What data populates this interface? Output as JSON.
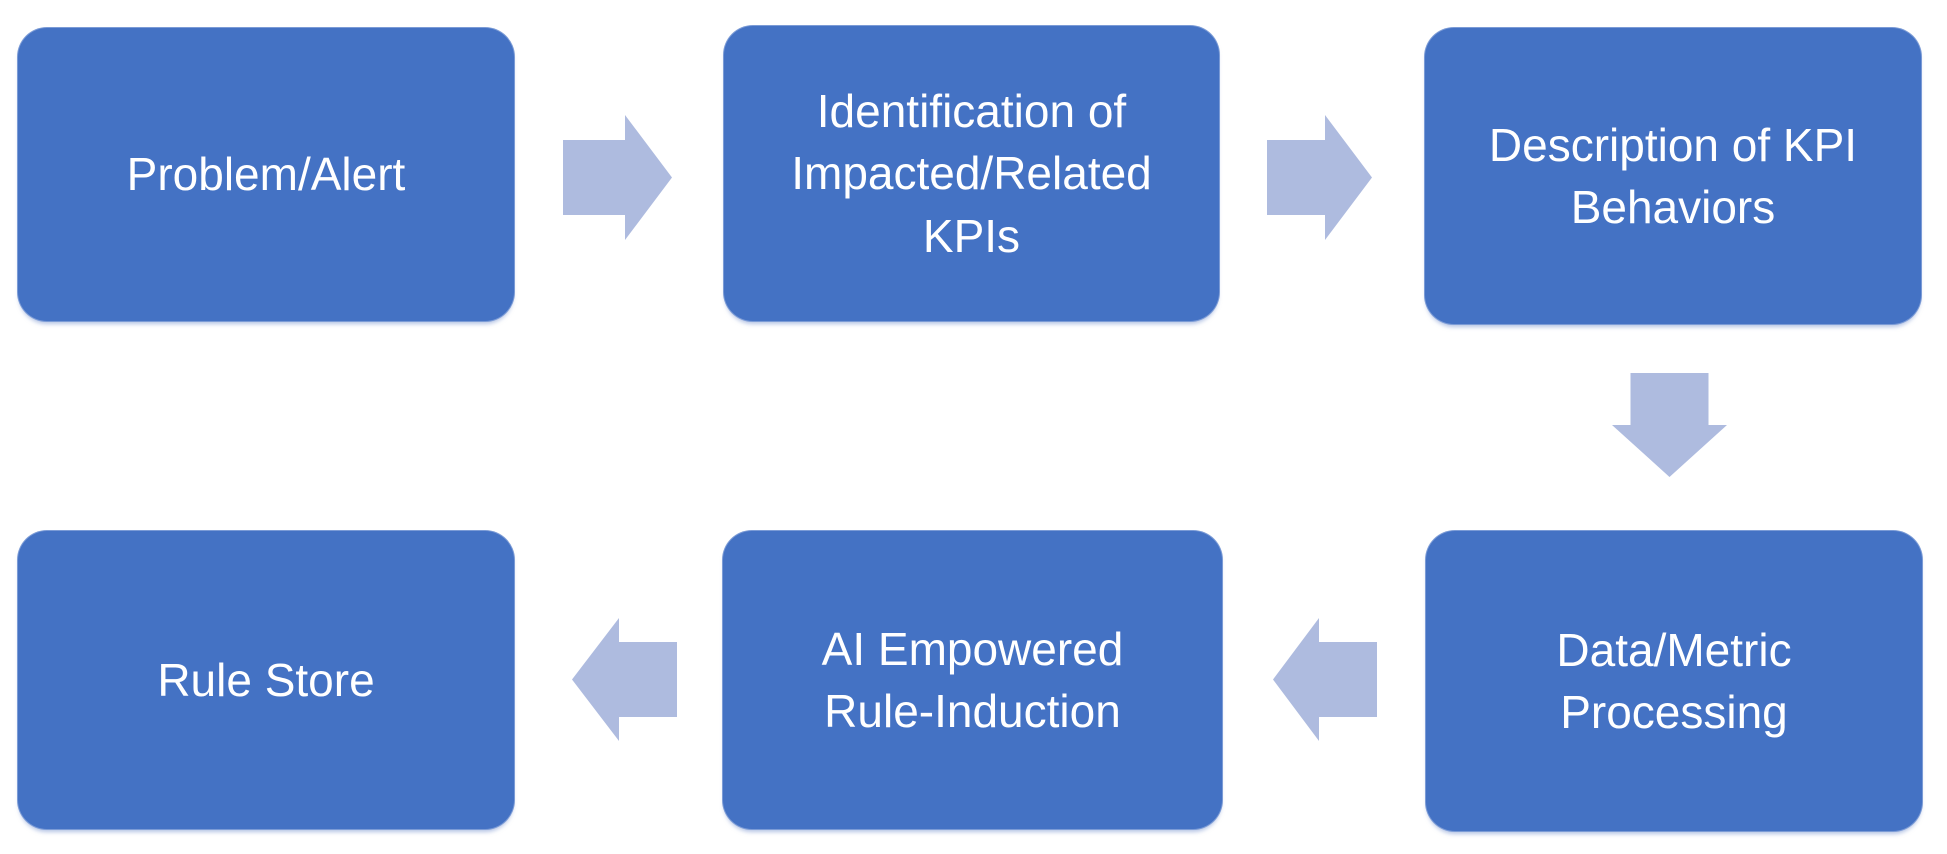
{
  "diagram": {
    "type": "flowchart",
    "title": "",
    "steps": [
      {
        "id": 1,
        "label": "Problem/Alert"
      },
      {
        "id": 2,
        "label": "Identification of\nImpacted/Related\nKPIs"
      },
      {
        "id": 3,
        "label": "Description of KPI\nBehaviors"
      },
      {
        "id": 4,
        "label": "Data/Metric\nProcessing"
      },
      {
        "id": 5,
        "label": "AI Empowered\nRule-Induction"
      },
      {
        "id": 6,
        "label": "Rule Store"
      }
    ],
    "connections": [
      {
        "from": "Problem/Alert",
        "to": "Identification of Impacted/Related KPIs",
        "direction": "right"
      },
      {
        "from": "Identification of Impacted/Related KPIs",
        "to": "Description of KPI Behaviors",
        "direction": "right"
      },
      {
        "from": "Description of KPI Behaviors",
        "to": "Data/Metric Processing",
        "direction": "down"
      },
      {
        "from": "Data/Metric Processing",
        "to": "AI Empowered Rule-Induction",
        "direction": "left"
      },
      {
        "from": "AI Empowered Rule-Induction",
        "to": "Rule Store",
        "direction": "left"
      }
    ]
  },
  "colors": {
    "box-fill": "#4472C4",
    "box-text": "#FFFFFF",
    "arrow-fill": "#AEBBDF",
    "background": "#FFFFFF"
  }
}
